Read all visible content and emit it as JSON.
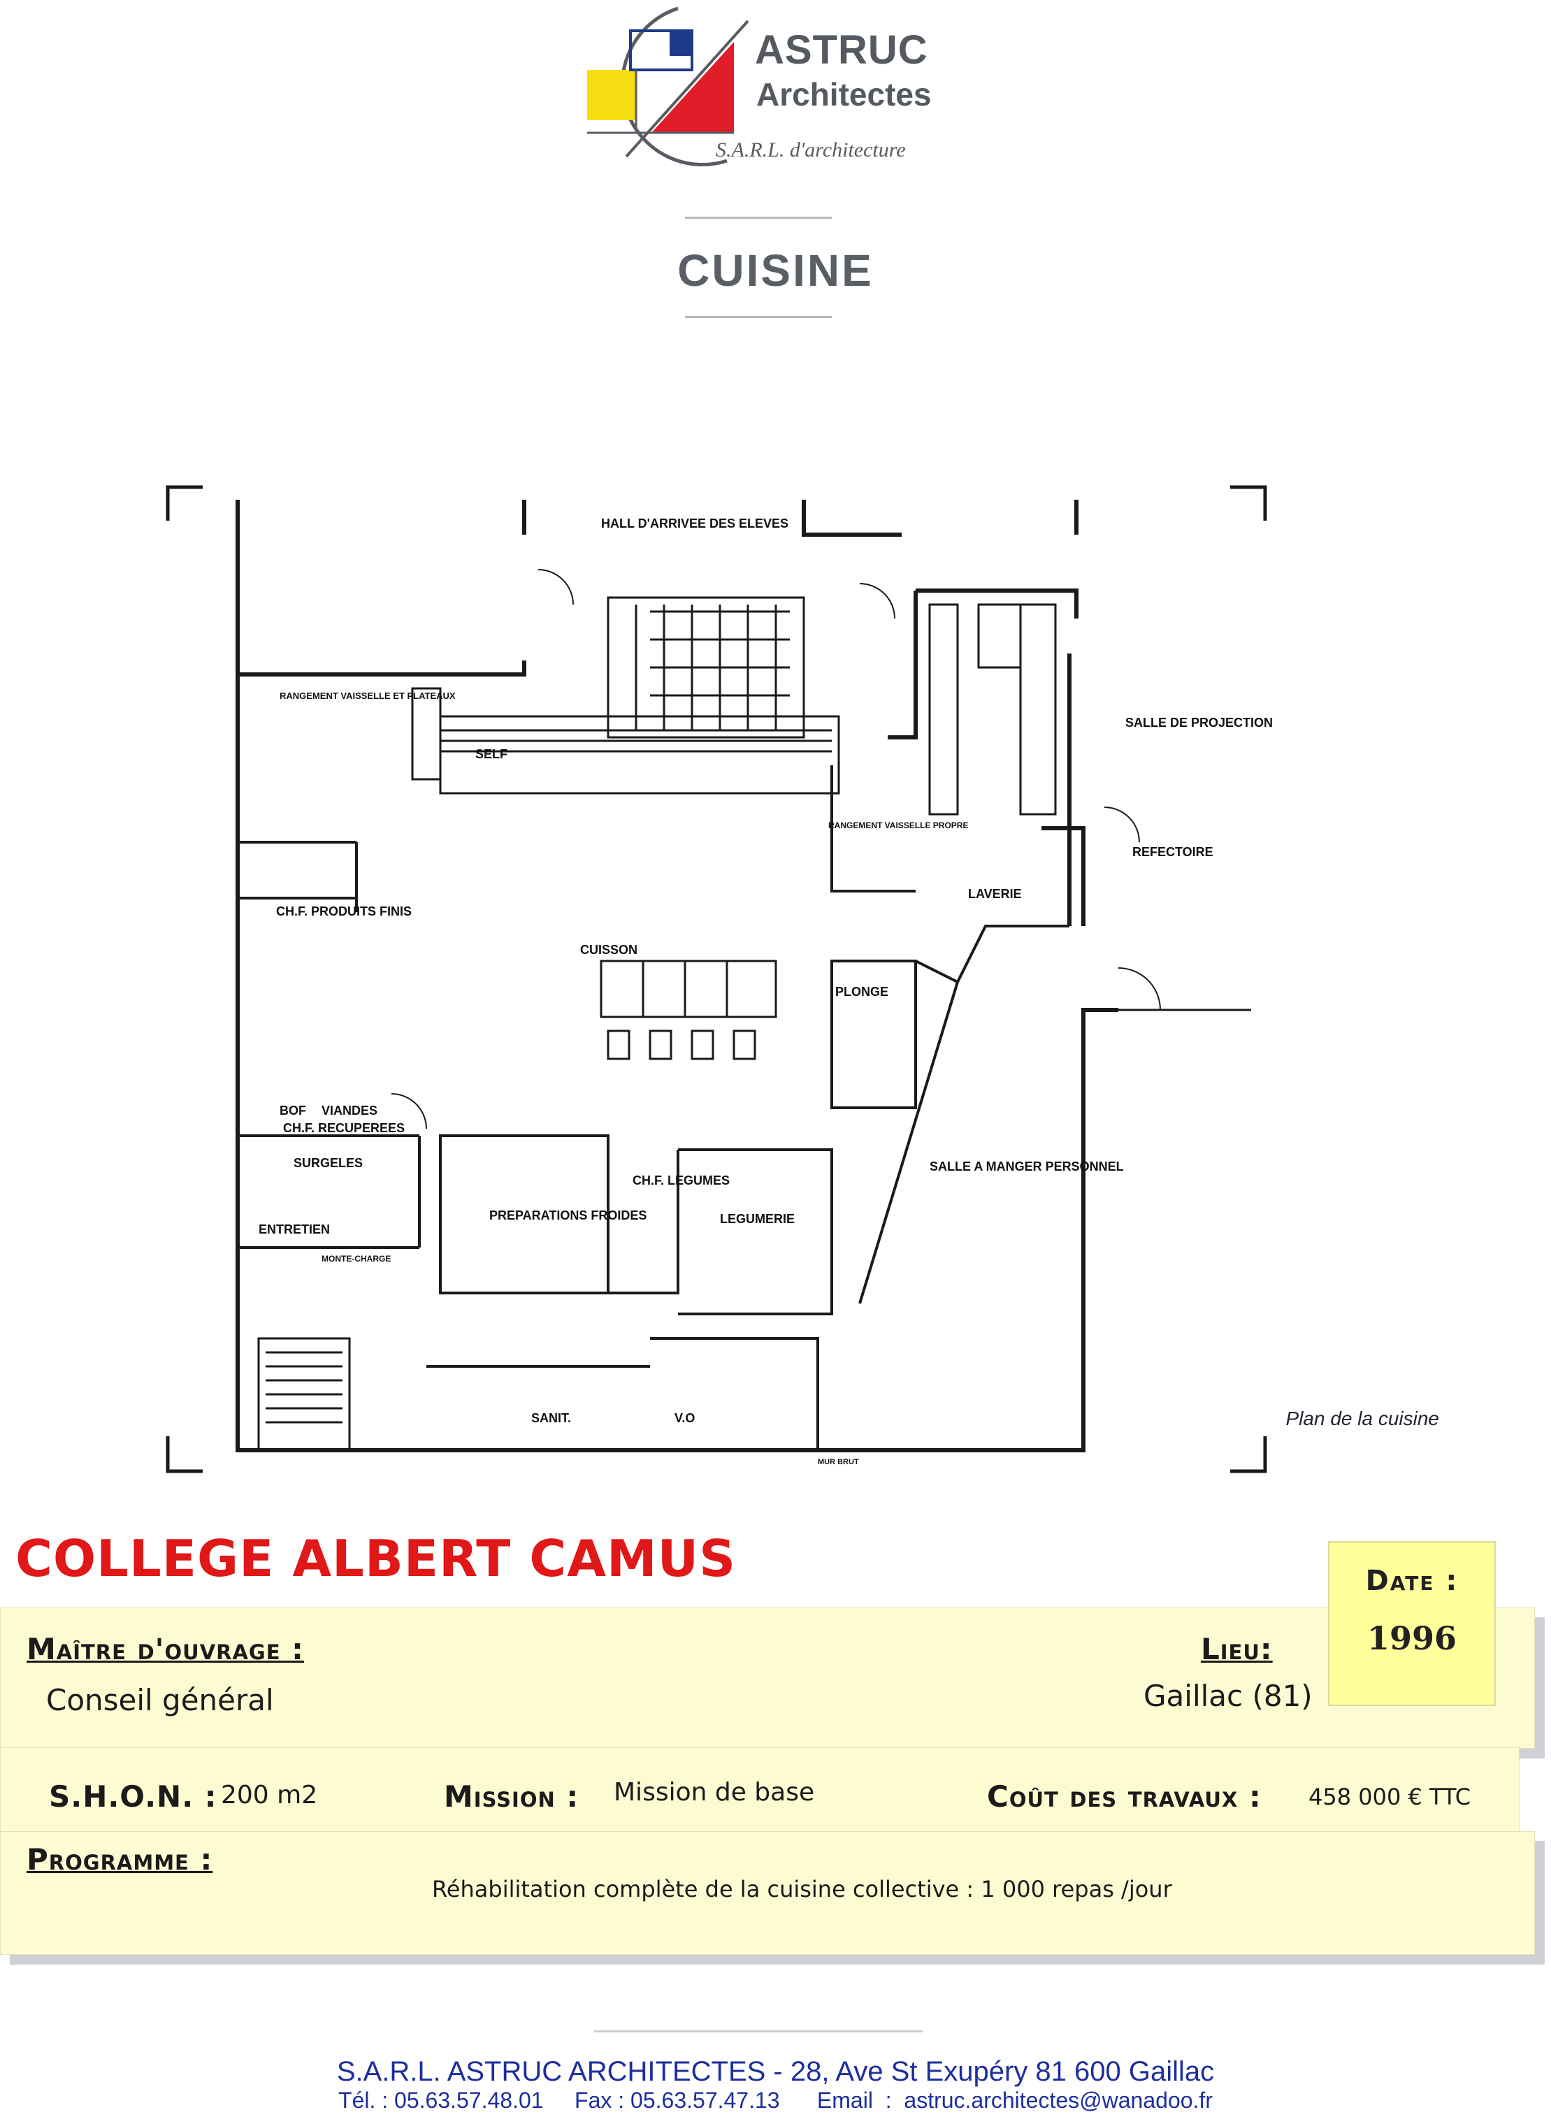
{
  "header": {
    "logo": {
      "name": "ASTRUC",
      "subtitle": "Architectes",
      "tagline": "S.A.R.L. d'architecture",
      "colors": {
        "yellow": "#f4de12",
        "blue": "#203a8a",
        "red": "#e11d2a",
        "grey": "#585c63"
      }
    },
    "title": "CUISINE"
  },
  "plan": {
    "caption": "Plan de la cuisine",
    "rooms": {
      "hall": "HALL D'ARRIVEE DES ELEVES",
      "rangement": "RANGEMENT VAISSELLE ET PLATEAUX",
      "self": "SELF",
      "salle_projection": "SALLE DE PROJECTION",
      "refectoire": "REFECTOIRE",
      "rangement_propre": "RANGEMENT VAISSELLE PROPRE",
      "laverie": "LAVERIE",
      "chf_produits": "CH.F. PRODUITS FINIS",
      "cuisson": "CUISSON",
      "plonge": "PLONGE",
      "bof": "BOF",
      "viandes": "VIANDES",
      "chf_recuperees": "CH.F. RECUPEREES",
      "surgeles": "SURGELES",
      "entretien": "ENTRETIEN",
      "monte_charge": "MONTE-CHARGE",
      "preparations": "PREPARATIONS FROIDES",
      "chf_legumes": "CH.F. LEGUMES",
      "legumerie": "LEGUMERIE",
      "salle_personnel": "SALLE A MANGER PERSONNEL",
      "sanit": "SANIT.",
      "vo": "V.O",
      "mur_brut": "MUR BRUT"
    }
  },
  "project": {
    "title": "COLLEGE ALBERT CAMUS",
    "date_label": "Date :",
    "date_value": "1996",
    "maitre_label": "Maître d'ouvrage :",
    "maitre_value": "Conseil général",
    "lieu_label": "Lieu:",
    "lieu_value": "Gaillac (81)",
    "shon_label": "S.H.O.N. :",
    "shon_value": "200 m2",
    "mission_label": "Mission :",
    "mission_value": "Mission de base",
    "cout_label": "Coût des travaux :",
    "cout_value": "458 000 € TTC",
    "programme_label": "Programme :",
    "programme_value": "Réhabilitation complète de la cuisine collective  : 1 000 repas  /jour"
  },
  "footer": {
    "line1": "S.A.R.L. ASTRUC ARCHITECTES - 28, Ave St Exupéry  81 600 Gaillac",
    "line2": "Tél. : 05.63.57.48.01     Fax : 05.63.57.47.13      Email  :  astruc.architectes@wanadoo.fr"
  }
}
